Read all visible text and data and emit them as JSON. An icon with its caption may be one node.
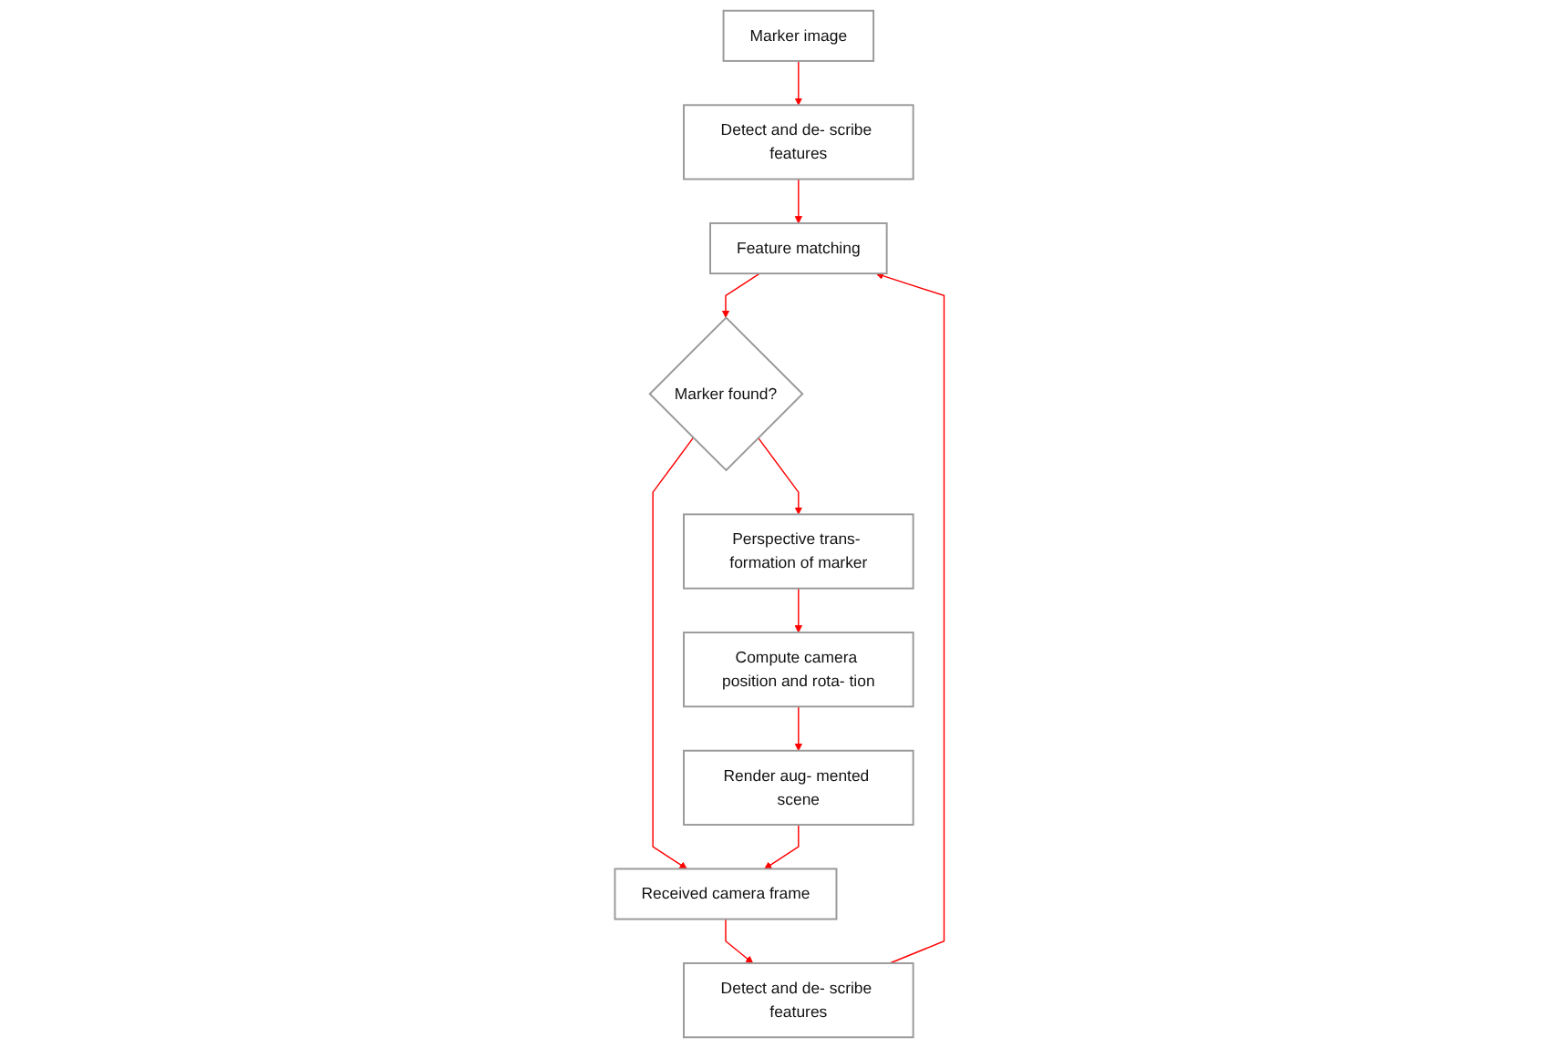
{
  "diagram": {
    "nodes": [
      {
        "text": [
          "Marker image"
        ]
      },
      {
        "text": [
          "Received camera frame"
        ]
      },
      {
        "text": [
          "Render aug- mented scene"
        ]
      },
      {
        "text": [
          "Detect and de- scribe features"
        ]
      },
      {
        "text": [
          "Detect and de- scribe features"
        ]
      },
      {
        "text": [
          "Compute camera position and rota- tion"
        ]
      },
      {
        "text": [
          "Feature matching"
        ]
      },
      {
        "text": [
          "Perspective trans- formation of marker"
        ]
      },
      {
        "text": [
          "Marker found?"
        ]
      }
    ],
    "edges": [
      {
        "from": 0,
        "to": 3,
        "arrow": "to"
      },
      {
        "from": 3,
        "to": 6,
        "arrow": "to"
      },
      {
        "from": 1,
        "to": 4,
        "arrow": "to"
      },
      {
        "from": 4,
        "to": 6,
        "arrow": "to"
      },
      {
        "from": 6,
        "to": 8,
        "arrow": "to"
      },
      {
        "from": 8,
        "to": 1,
        "arrow": "to"
      },
      {
        "from": 8,
        "to": 7,
        "arrow": "to"
      },
      {
        "from": 7,
        "to": 5,
        "arrow": "to"
      },
      {
        "from": 5,
        "to": 2,
        "arrow": "to"
      },
      {
        "from": 2,
        "to": 1,
        "arrow": "to"
      }
    ]
  }
}
